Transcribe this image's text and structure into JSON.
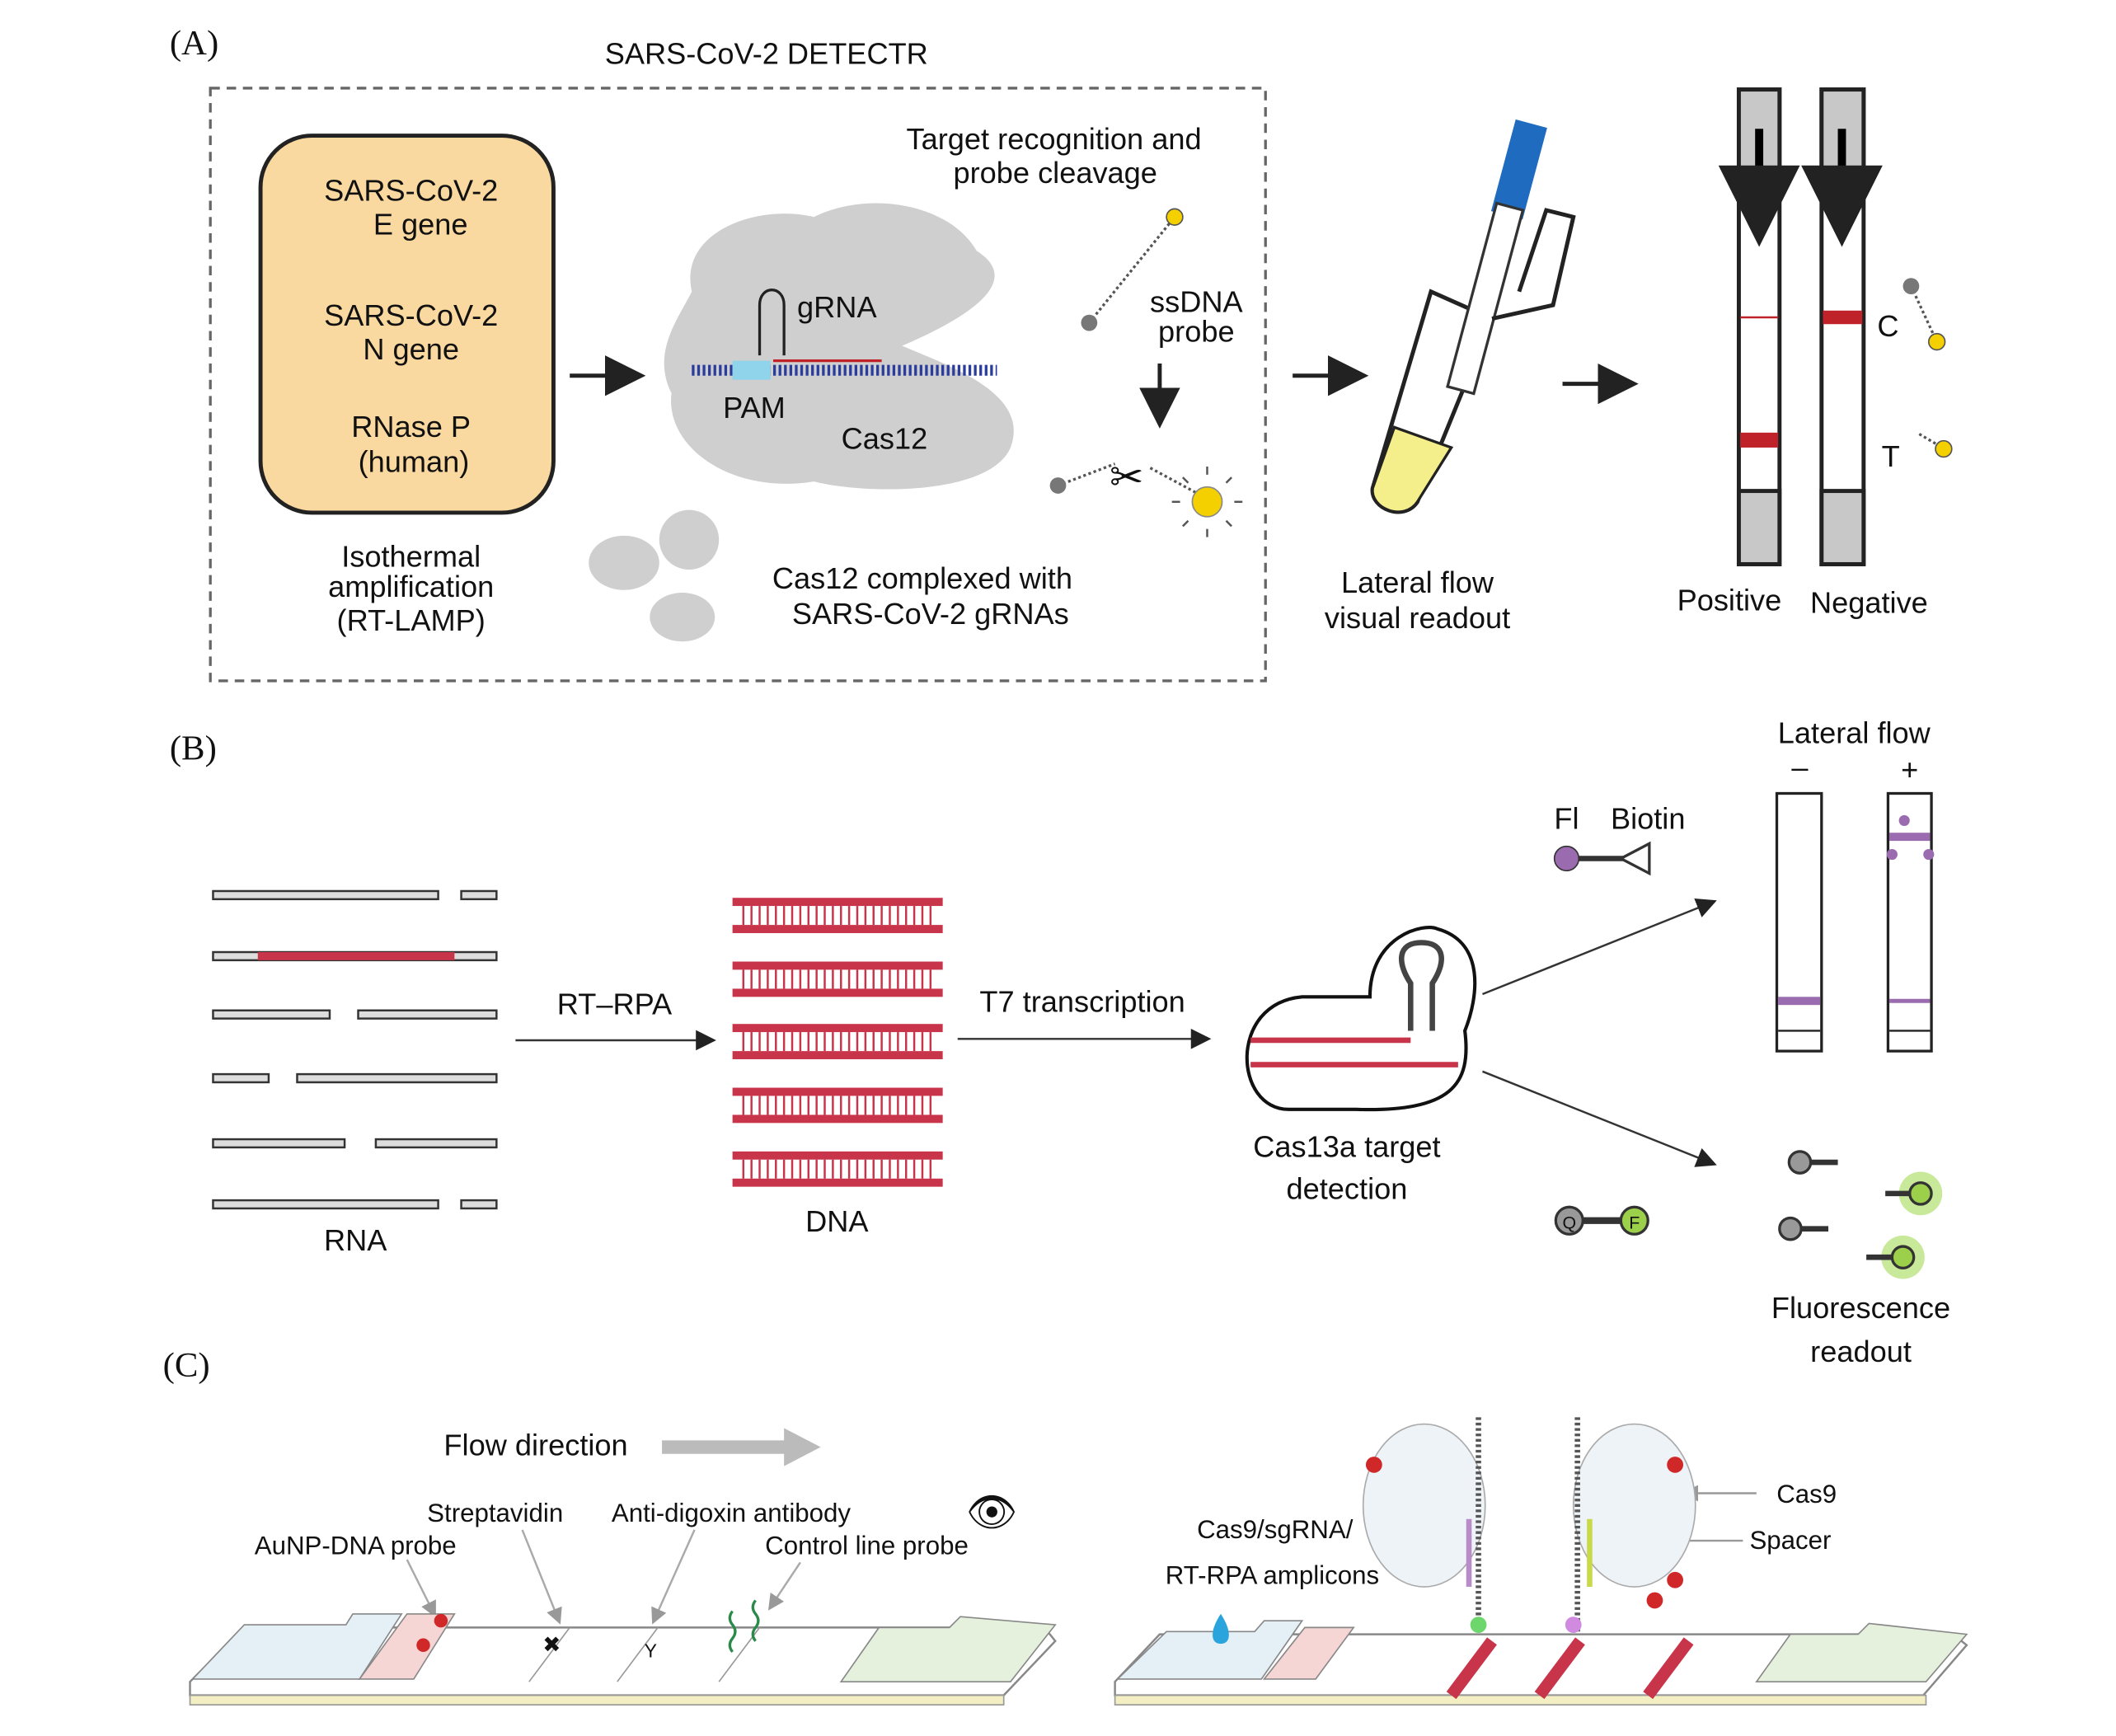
{
  "panelA": {
    "label": "(A)",
    "title": "SARS-CoV-2 DETECTR",
    "targets": [
      "SARS-CoV-2",
      "E gene",
      "SARS-CoV-2",
      "N gene",
      "RNase P",
      "(human)"
    ],
    "amplification": [
      "Isothermal",
      "amplification",
      "(RT-LAMP)"
    ],
    "grna": "gRNA",
    "pam": "PAM",
    "cas12": "Cas12",
    "recognition": [
      "Target recognition and",
      "probe cleavage"
    ],
    "ssdna": [
      "ssDNA",
      "probe"
    ],
    "complexed": [
      "Cas12 complexed with",
      "SARS-CoV-2 gRNAs"
    ],
    "readout": [
      "Lateral flow",
      "visual readout"
    ],
    "control": "C",
    "test": "T",
    "positive": "Positive",
    "negative": "Negative",
    "colors": {
      "box_fill": "#fad9a0",
      "dna": "#2b3d9c",
      "red_line": "#c0222a",
      "probe_yellow": "#f5d000"
    }
  },
  "panelB": {
    "label": "(B)",
    "rna": "RNA",
    "rtrpa": "RT–RPA",
    "dna": "DNA",
    "t7": "T7 transcription",
    "cas13": [
      "Cas13a target",
      "detection"
    ],
    "fl": "Fl",
    "biotin": "Biotin",
    "lateral_flow": "Lateral flow",
    "minus": "–",
    "plus": "+",
    "q": "Q",
    "f": "F",
    "fluorescence": [
      "Fluorescence",
      "readout"
    ],
    "colors": {
      "ladder": "#c8344a",
      "purple": "#9b6bb0",
      "green": "#9ccf4a"
    }
  },
  "panelC": {
    "label": "(C)",
    "flow": "Flow direction",
    "streptavidin": "Streptavidin",
    "antidigoxin": "Anti-digoxin antibody",
    "aunp": "AuNP-DNA probe",
    "control_probe": "Control line probe",
    "cas9_complex": [
      "Cas9/sgRNA/",
      "RT-RPA amplicons"
    ],
    "cas9": "Cas9",
    "spacer": "Spacer"
  }
}
